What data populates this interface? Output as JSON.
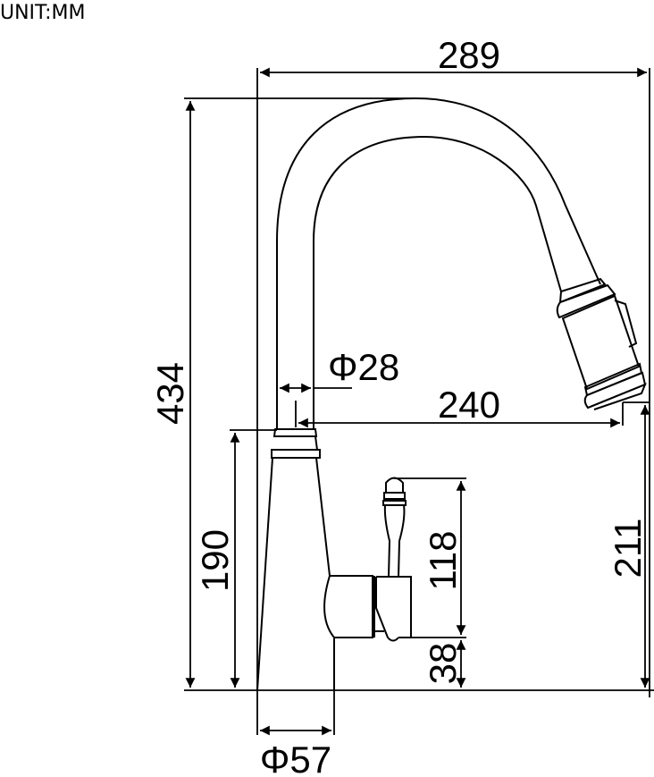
{
  "unit_label": "UNIT:MM",
  "diagram": {
    "subject": "pull-down kitchen faucet",
    "view": "side elevation",
    "dimensions": {
      "overall_width": "289",
      "overall_height": "434",
      "spout_reach": "240",
      "spout_clearance": "211",
      "body_height": "190",
      "handle_height": "118",
      "handle_base_height": "38",
      "spout_diameter": "Φ28",
      "base_diameter": "Φ57"
    },
    "colors": {
      "line": "#000000",
      "background": "#ffffff"
    }
  }
}
